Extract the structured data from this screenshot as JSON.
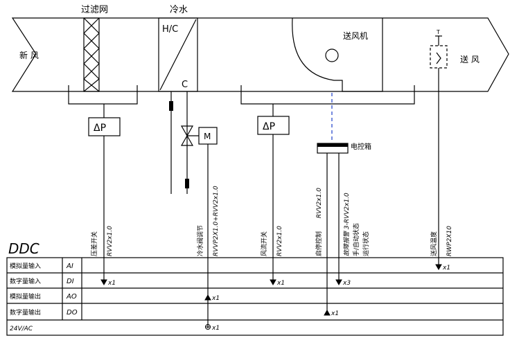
{
  "labels": {
    "filter": "过滤网",
    "cooling_water": "冷水",
    "fresh_air": "新 风",
    "supply_air": "送 风",
    "fan": "送风机",
    "hc": "H/C",
    "c": "C",
    "dp_left": "ΔP",
    "dp_mid": "ΔP",
    "motor": "M",
    "temp_sensor": "T",
    "elec_box": "电控箱"
  },
  "cables": {
    "c1_name": "压差开关",
    "c1_spec": "RVV2x1.0",
    "c2_name": "冷水阀调节",
    "c2_spec": "RVVP2X1.0+RVV2x1.0",
    "c3_name": "风流开关",
    "c3_spec": "RVV2x1.0",
    "c4_name": "启停控制",
    "c4_spec": "RVV2x1.0",
    "c5_line1": "故障报警  3-RVV2x1.0",
    "c5_line2": "手/自动状态",
    "c5_line3": "运行状态",
    "c6_name": "送风温度",
    "c6_spec": "RWP2X10"
  },
  "ddc": {
    "title": "DDC",
    "rows": [
      {
        "name": "模拟量输入",
        "code": "AI"
      },
      {
        "name": "数字量输入",
        "code": "DI"
      },
      {
        "name": "模拟量输出",
        "code": "AO"
      },
      {
        "name": "数字量输出",
        "code": "DO"
      },
      {
        "name": "24V/AC",
        "code": ""
      }
    ]
  },
  "points": {
    "ai_temp": "x1",
    "di_dp": "x1",
    "di_flow": "x1",
    "di_status": "x3",
    "ao_valve": "x1",
    "do_start": "x1",
    "power_valve": "x1"
  }
}
